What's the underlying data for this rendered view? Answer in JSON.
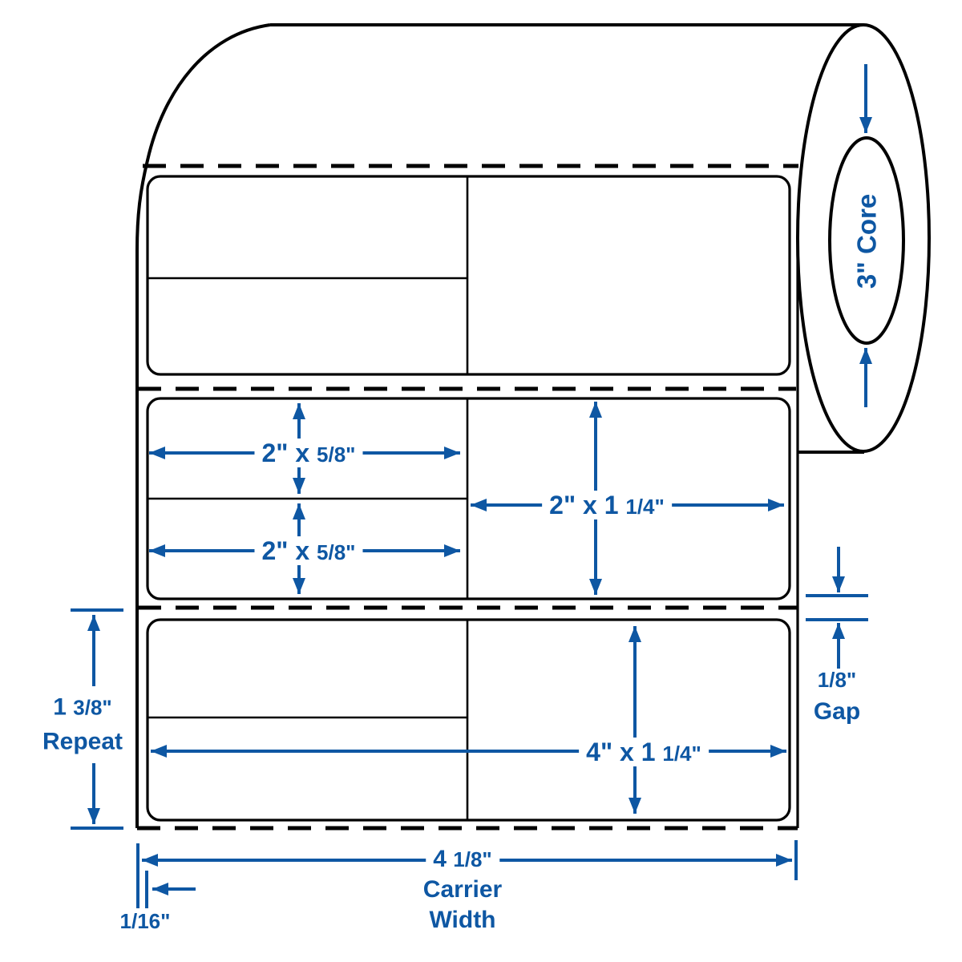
{
  "colors": {
    "accent_blue": "#0e57a3",
    "line_black": "#000000",
    "background": "#ffffff"
  },
  "roll": {
    "core_label": "3\" Core"
  },
  "dimensions": {
    "small_label_top": {
      "main": "2\" x ",
      "frac": "5/8\""
    },
    "small_label_bottom": {
      "main": "2\" x ",
      "frac": "5/8\""
    },
    "right_label": {
      "main": "2\" x 1 ",
      "frac": "1/4\""
    },
    "wide_label": {
      "main": "4\" x 1 ",
      "frac": "1/4\""
    },
    "repeat": {
      "main": "1 ",
      "frac": "3/8\"",
      "caption": "Repeat"
    },
    "gap": {
      "value": "1/8\"",
      "caption": "Gap"
    },
    "carrier_width": {
      "main": "4 ",
      "frac": "1/8\"",
      "caption_line1": "Carrier",
      "caption_line2": "Width"
    },
    "edge_margin": {
      "value": "1/16\""
    }
  }
}
